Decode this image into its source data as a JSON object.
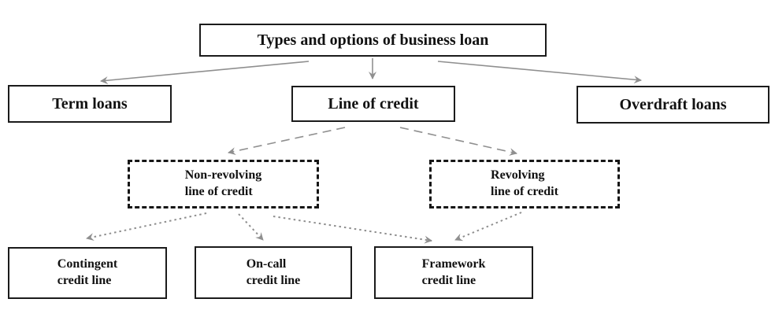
{
  "diagram": {
    "colors": {
      "background": "#ffffff",
      "box_border": "#1b1b1b",
      "arrow": "#8f8f8f",
      "text": "#111111"
    },
    "nodes": {
      "root": {
        "label": "Types and options of business loan"
      },
      "term_loans": {
        "label": "Term loans"
      },
      "line_of_credit": {
        "label": "Line of credit"
      },
      "overdraft_loans": {
        "label": "Overdraft loans"
      },
      "non_revolving": {
        "line1": "Non-revolving",
        "line2": "line of credit"
      },
      "revolving": {
        "line1": "Revolving",
        "line2": "line of credit"
      },
      "contingent": {
        "line1": "Contingent",
        "line2": "credit line"
      },
      "on_call": {
        "line1": "On-call",
        "line2": "credit line"
      },
      "framework": {
        "line1": "Framework",
        "line2": "credit line"
      }
    },
    "edges": [
      {
        "from": "root",
        "to": "term_loans",
        "style": "solid",
        "points": [
          392,
          78,
          128,
          103
        ]
      },
      {
        "from": "root",
        "to": "line_of_credit",
        "style": "solid",
        "points": [
          473,
          74,
          473,
          100
        ]
      },
      {
        "from": "root",
        "to": "overdraft_loans",
        "style": "solid",
        "points": [
          556,
          78,
          814,
          102
        ]
      },
      {
        "from": "line_of_credit",
        "to": "non_revolving",
        "style": "dashed",
        "points": [
          438,
          162,
          290,
          194
        ]
      },
      {
        "from": "line_of_credit",
        "to": "revolving",
        "style": "dashed",
        "points": [
          508,
          162,
          656,
          195
        ]
      },
      {
        "from": "non_revolving",
        "to": "contingent",
        "style": "dotted",
        "points": [
          262,
          271,
          110,
          303
        ]
      },
      {
        "from": "non_revolving",
        "to": "on_call",
        "style": "dotted",
        "points": [
          303,
          272,
          334,
          305
        ]
      },
      {
        "from": "non_revolving",
        "to": "framework",
        "style": "dotted",
        "points": [
          347,
          275,
          548,
          306
        ]
      },
      {
        "from": "revolving",
        "to": "framework",
        "style": "dotted",
        "points": [
          662,
          270,
          578,
          305
        ]
      }
    ]
  }
}
